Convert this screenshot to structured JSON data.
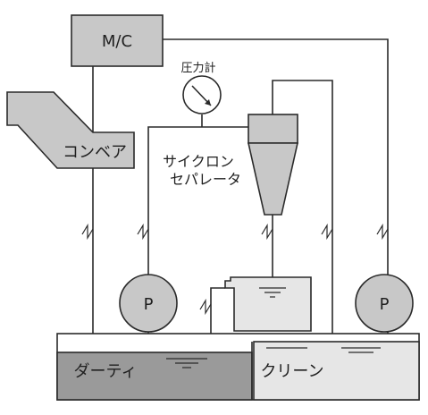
{
  "colors": {
    "machine": "#c8c8c8",
    "dirty": "#9a9a9a",
    "clean": "#e6e6e6",
    "tank_top": "#ffffff",
    "line": "#2a2a2a"
  },
  "labels": {
    "machine": "M/C",
    "conveyor": "コンベア",
    "pressure_gauge": "圧力計",
    "cyclone_line1": "サイクロン",
    "cyclone_line2": "セパレータ",
    "pump_left": "P",
    "pump_right": "P",
    "dirty_tank": "ダーティ",
    "clean_tank": "クリーン"
  },
  "icons": {
    "gauge": "pressure-gauge-icon",
    "flow_arrows": "flow-direction-arrow-icon"
  }
}
